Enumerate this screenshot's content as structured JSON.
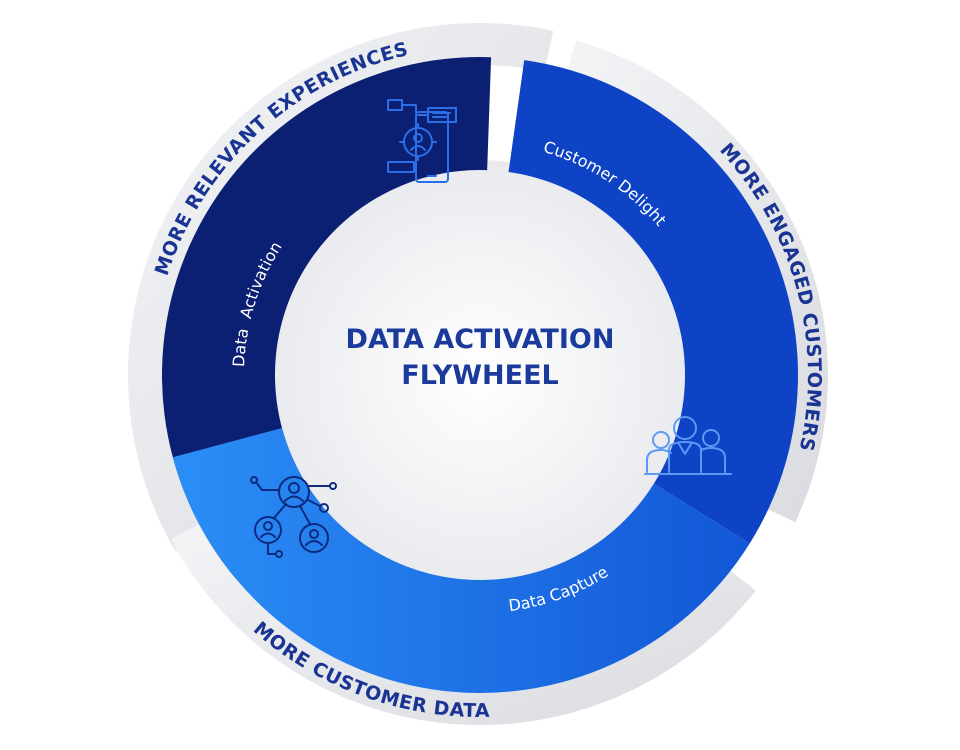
{
  "title": {
    "line1": "DATA ACTIVATION",
    "line2": "FLYWHEEL"
  },
  "outer_labels": {
    "relevant": "MORE RELEVANT EXPERIENCES",
    "engaged": "MORE ENGAGED CUSTOMERS",
    "customer_data": "MORE CUSTOMER DATA"
  },
  "segments": {
    "activation": {
      "label": "Data  Activation",
      "icon": "targeting-screen-icon"
    },
    "delight": {
      "label": "Customer Delight",
      "icon": "people-group-icon"
    },
    "capture": {
      "label": "Data Capture",
      "icon": "user-network-icon"
    }
  },
  "colors": {
    "dark": "#0b1f73",
    "medium": "#0d43c4",
    "light_start": "#2b8ef6",
    "light_end": "#1257d6",
    "band": "#e8e9ec",
    "title": "#1a3a9c",
    "icon_dark": "#2a6ee8",
    "icon_medium": "#5a9af5",
    "icon_light": "#0c2a80"
  }
}
